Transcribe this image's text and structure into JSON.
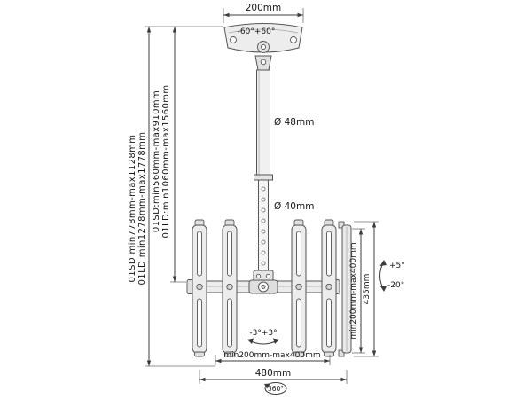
{
  "diagram": {
    "subject": "ceiling-tv-mount-dimension-drawing",
    "colors": {
      "background": "#ffffff",
      "line": "#555555",
      "dimension_line": "#3c3c3c",
      "fill_light": "#ececec",
      "text": "#161616"
    },
    "labels": {
      "top_width": "200mm",
      "swivel_range": "-60°+60°",
      "upper_pole_dia": "Ø 48mm",
      "lower_pole_dia": "Ø 40mm",
      "height_outer_sd": "01SD min778mm-max1128mm",
      "height_outer_ld": "01LD min1278mm-max1778mm",
      "height_inner_sd": "01SD:min560mm-max910mm",
      "height_inner_ld": "01LD:min1060mm-max1560mm",
      "vesa_height_range": "min200mm-max400mm",
      "bracket_height": "435mm",
      "tilt_up": "+5°",
      "tilt_down": "-20°",
      "swivel_fine": "-3°+3°",
      "vesa_width_range": "min200mm-max400mm",
      "total_width": "480mm",
      "rotation_range": "360°"
    }
  }
}
